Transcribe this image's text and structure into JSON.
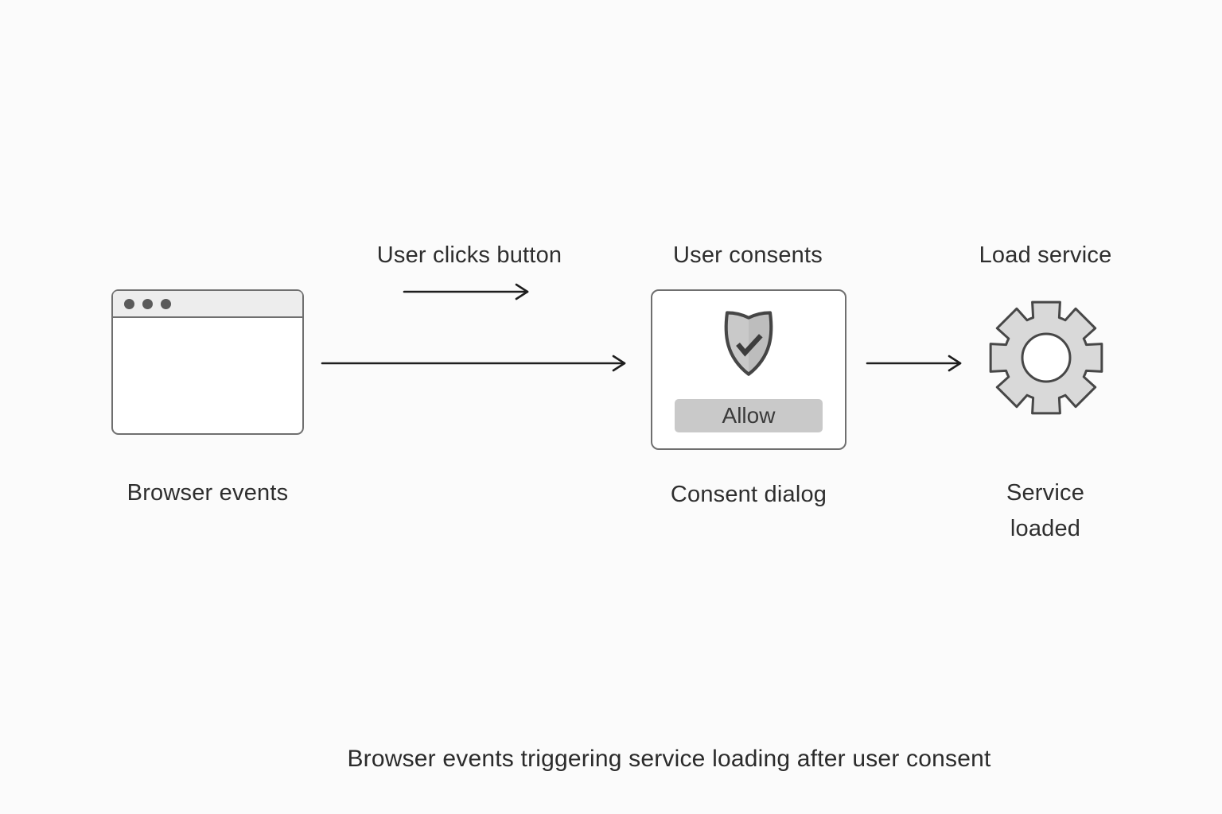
{
  "colors": {
    "bg": "#fbfbfb",
    "text": "#2e2e2e",
    "arrow": "#1e1e1e",
    "outline": "#6f6f6f",
    "outline-dark": "#474747",
    "browser-bar": "#ededed",
    "dot": "#5a5a5a",
    "shield-fill": "#c9c9c9",
    "button-bg": "#c9c9c9",
    "button-text": "#3a3a3a",
    "gear-fill": "#d9d9d9",
    "panel-bg": "#ffffff"
  },
  "diagram": {
    "caption": "Browser events triggering service loading after user consent",
    "steps": [
      {
        "label": "User clicks button"
      },
      {
        "label": "User consents"
      },
      {
        "label": "Load service"
      }
    ],
    "nodes": [
      {
        "id": "browser",
        "icon": "browser-window-icon",
        "label": "Browser events"
      },
      {
        "id": "consent-dialog",
        "icon": "shield-check-icon",
        "label": "Consent dialog",
        "button": "Allow"
      },
      {
        "id": "service",
        "icon": "gear-icon",
        "label": "Service loaded"
      }
    ]
  }
}
